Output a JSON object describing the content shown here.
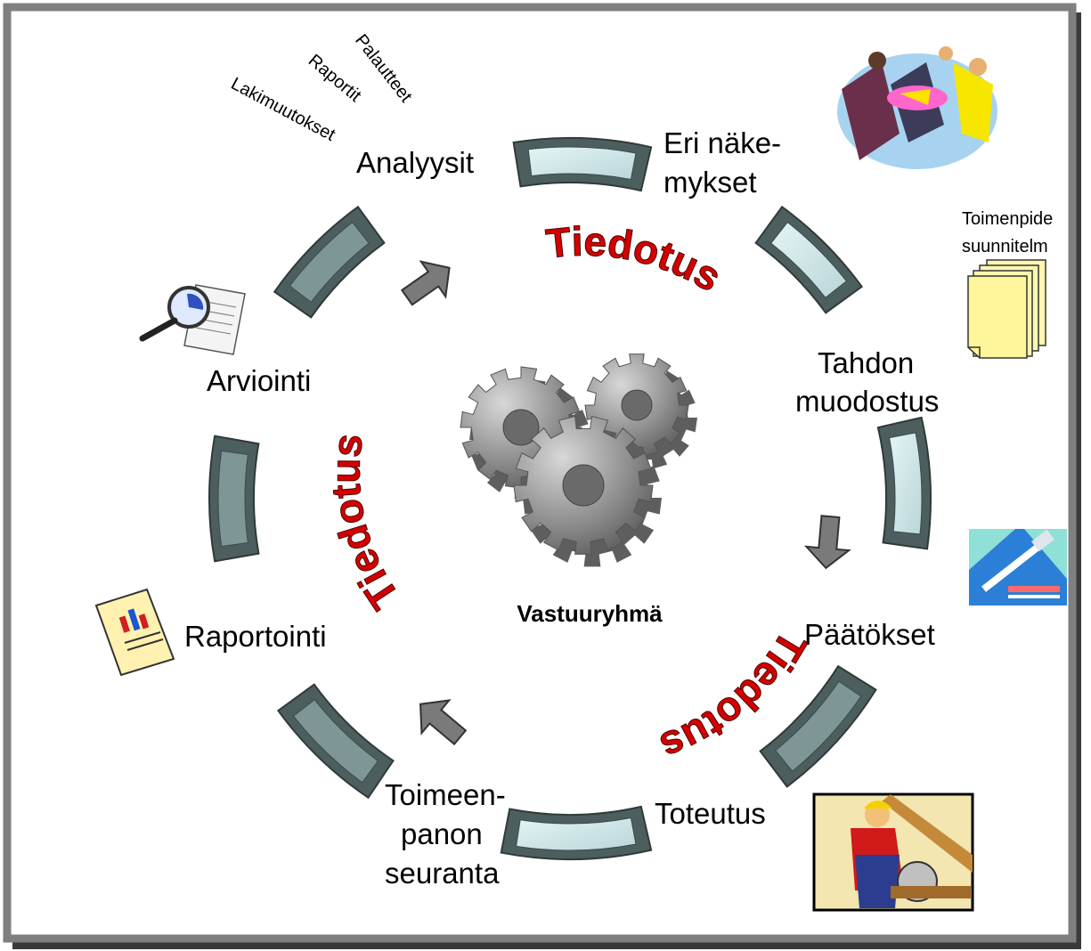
{
  "colors": {
    "frame": "#7f7f7f",
    "segment_fill": "#d6ecee",
    "segment_dark": "#587373",
    "segment_stroke": "#3a4a4a",
    "arrow": "#7a7a7a",
    "tiedotus": "#d40000",
    "gear": "#9a9a9a"
  },
  "icons": [
    "meeting-clipart-icon",
    "documents-stack-icon",
    "gavel-clipart-icon",
    "worker-clipart-icon",
    "report-chart-icon",
    "magnifier-document-icon",
    "gears-icon"
  ],
  "stages": {
    "analyysit": "Analyysit",
    "eri_line1": "Eri näke-",
    "eri_line2": "mykset",
    "tahdon_line1": "Tahdon",
    "tahdon_line2": "muodostus",
    "paatokset": "Päätökset",
    "toteutus": "Toteutus",
    "toimeen_line1": "Toimeen-",
    "toimeen_line2": "panon",
    "toimeen_line3": "seuranta",
    "raportointi": "Raportointi",
    "arviointi": "Arviointi"
  },
  "inputs": {
    "lakimuutokset": "Lakimuutokset",
    "raportit": "Raportit",
    "palautteet": "Palautteet"
  },
  "documents": {
    "line1": "Toimenpide",
    "line2": "suunnitelm"
  },
  "center": {
    "label": "Vastuuryhmä",
    "tiedotus_top": "Tiedotus",
    "tiedotus_left": "Tiedotus",
    "tiedotus_bottom": "Tiedotus"
  }
}
